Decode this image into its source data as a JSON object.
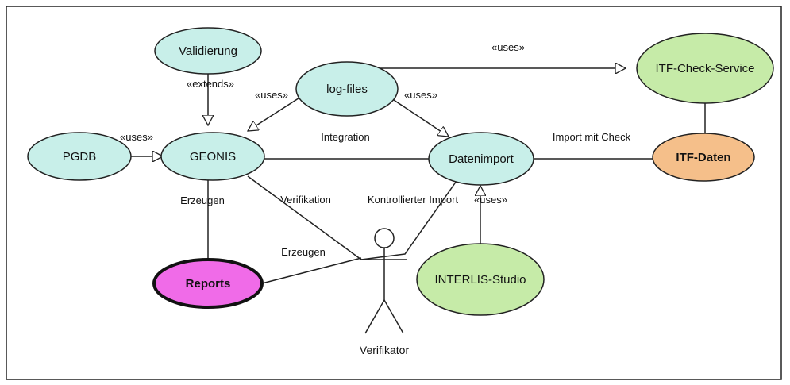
{
  "nodes": {
    "validierung": {
      "label": "Validierung",
      "fill": "#c8efe9"
    },
    "logfiles": {
      "label": "log-files",
      "fill": "#c8efe9"
    },
    "itfcheck": {
      "label": "ITF-Check-Service",
      "fill": "#c6eba8"
    },
    "pgdb": {
      "label": "PGDB",
      "fill": "#c8efe9"
    },
    "geonis": {
      "label": "GEONIS",
      "fill": "#c8efe9"
    },
    "datenimport": {
      "label": "Datenimport",
      "fill": "#c8efe9"
    },
    "itfdaten": {
      "label": "ITF-Daten",
      "fill": "#f5bf8a"
    },
    "reports": {
      "label": "Reports",
      "fill": "#f06be8"
    },
    "interlis": {
      "label": "INTERLIS-Studio",
      "fill": "#c6eba8"
    }
  },
  "actor": {
    "label": "Verifikator"
  },
  "edge_labels": {
    "uses_top": "«uses»",
    "extends": "«extends»",
    "uses_log_geonis": "«uses»",
    "uses_log_daten": "«uses»",
    "uses_pgdb": "«uses»",
    "integration": "Integration",
    "import_mit_check": "Import mit Check",
    "erzeugen_left": "Erzeugen",
    "verifikation": "Verifikation",
    "kontrollierter_import": "Kontrollierter Import",
    "uses_interlis": "«uses»",
    "erzeugen_bottom": "Erzeugen"
  }
}
